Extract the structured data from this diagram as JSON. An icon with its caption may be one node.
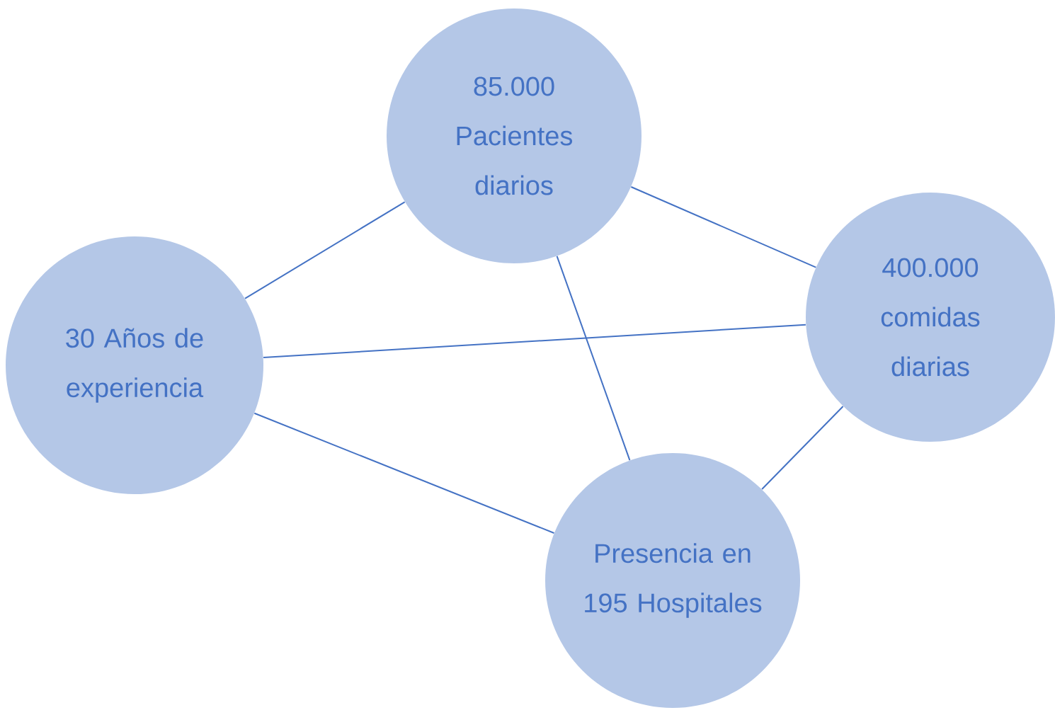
{
  "diagram": {
    "nodes": [
      {
        "text": [
          "85.000 Pacientes diarios"
        ]
      },
      {
        "text": [
          "400.000 comidas diarias"
        ]
      },
      {
        "text": [
          "30 Años de experiencia"
        ]
      },
      {
        "text": [
          "Presencia en 195 Hospitales"
        ]
      }
    ],
    "edges": [
      {
        "from": 0,
        "to": 1,
        "arrow": "none"
      },
      {
        "from": 2,
        "to": 0,
        "arrow": "none"
      },
      {
        "from": 0,
        "to": 3,
        "arrow": "none"
      },
      {
        "from": 2,
        "to": 1,
        "arrow": "none"
      },
      {
        "from": 2,
        "to": 3,
        "arrow": "none"
      },
      {
        "from": 3,
        "to": 1,
        "arrow": "none"
      }
    ]
  }
}
